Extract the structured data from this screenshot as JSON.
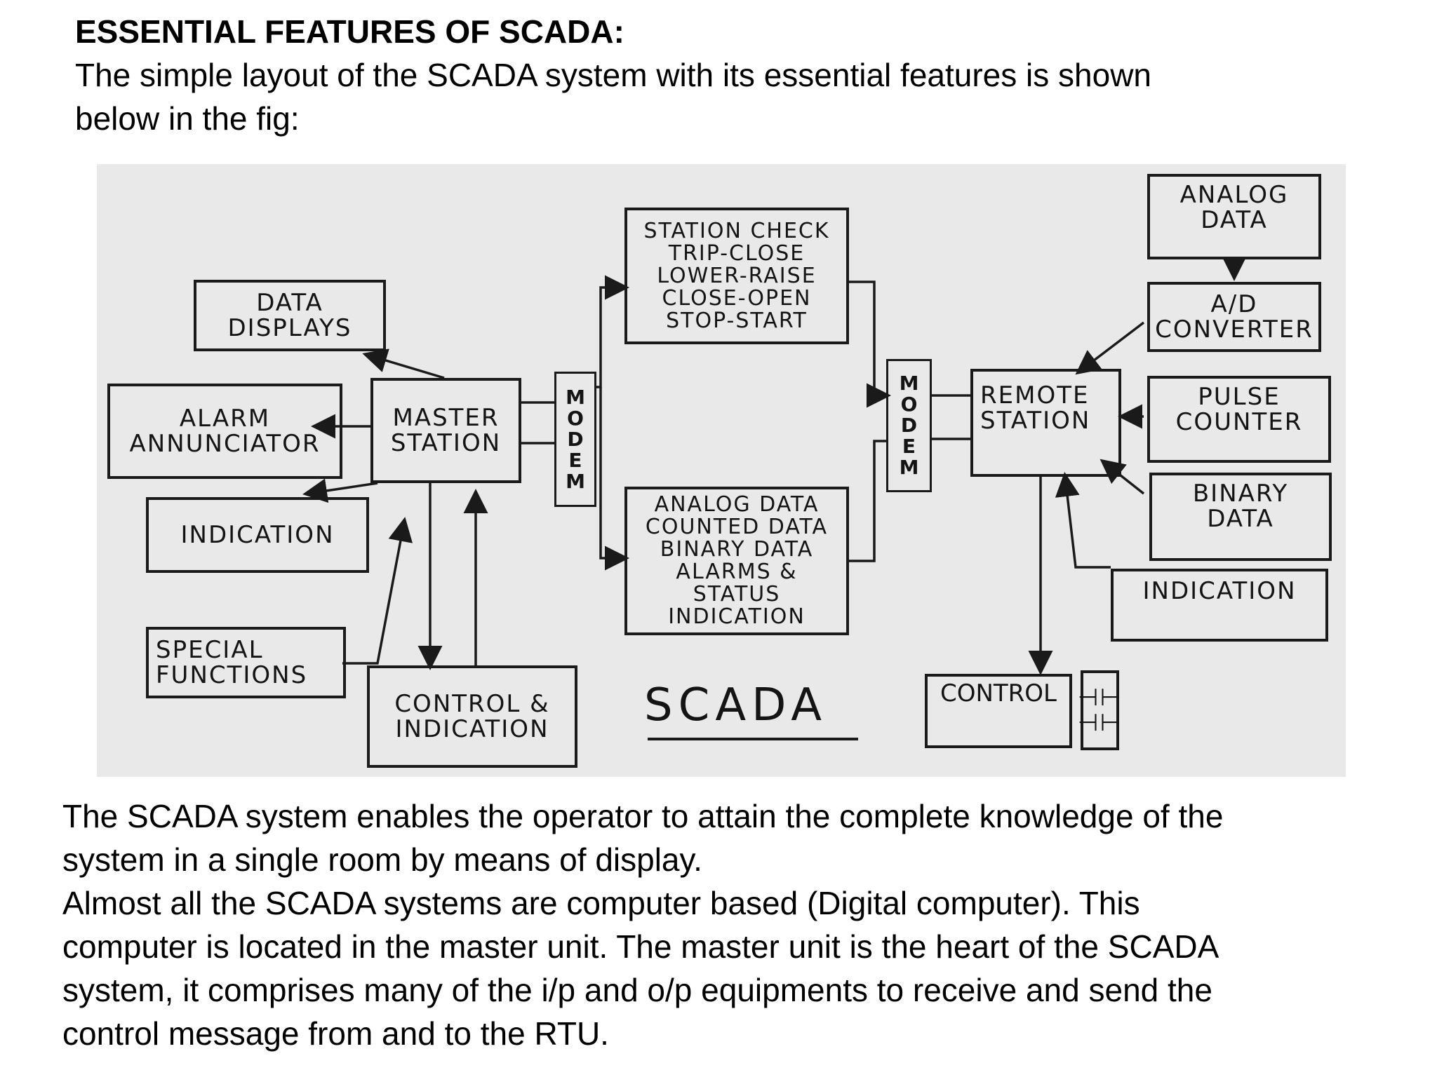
{
  "heading": "ESSENTIAL FEATURES OF SCADA:",
  "intro": {
    "line1": "The simple layout of the SCADA system with its essential features is shown",
    "line2": "below in the fig:"
  },
  "diagram": {
    "data_displays": [
      "DATA",
      "DISPLAYS"
    ],
    "alarm_annunciator": [
      "ALARM",
      "ANNUNCIATOR"
    ],
    "master_station": [
      "MASTER",
      "STATION"
    ],
    "indication_left": "INDICATION",
    "special_functions": [
      "SPECIAL",
      "FUNCTIONS"
    ],
    "control_indication": [
      "CONTROL &",
      "INDICATION"
    ],
    "modem_letters": [
      "M",
      "O",
      "D",
      "E",
      "M"
    ],
    "commands": [
      "STATION CHECK",
      "TRIP-CLOSE",
      "LOWER-RAISE",
      "CLOSE-OPEN",
      "STOP-START"
    ],
    "telemetry": [
      "ANALOG DATA",
      "COUNTED DATA",
      "BINARY DATA",
      "ALARMS &",
      "STATUS",
      "INDICATION"
    ],
    "remote_station": [
      "REMOTE",
      "STATION"
    ],
    "analog_data": [
      "ANALOG",
      "DATA"
    ],
    "ad_converter": [
      "A/D",
      "CONVERTER"
    ],
    "pulse_counter": [
      "PULSE",
      "COUNTER"
    ],
    "binary_data": [
      "BINARY",
      "DATA"
    ],
    "indication_right": "INDICATION",
    "control_right": "CONTROL",
    "contact_symbol": "⊣⊢",
    "figure_label": "SCADA"
  },
  "body": {
    "line1": "The SCADA system enables the operator to attain the complete knowledge of the",
    "line2": "system in a single room by means of display.",
    "line3": "Almost all the SCADA systems are computer based (Digital computer). This",
    "line4": "computer is located in the master unit. The master unit is the heart of the SCADA",
    "line5": "system, it comprises many of the i/p and o/p equipments to receive and send the",
    "line6": "control message from and to the RTU."
  }
}
